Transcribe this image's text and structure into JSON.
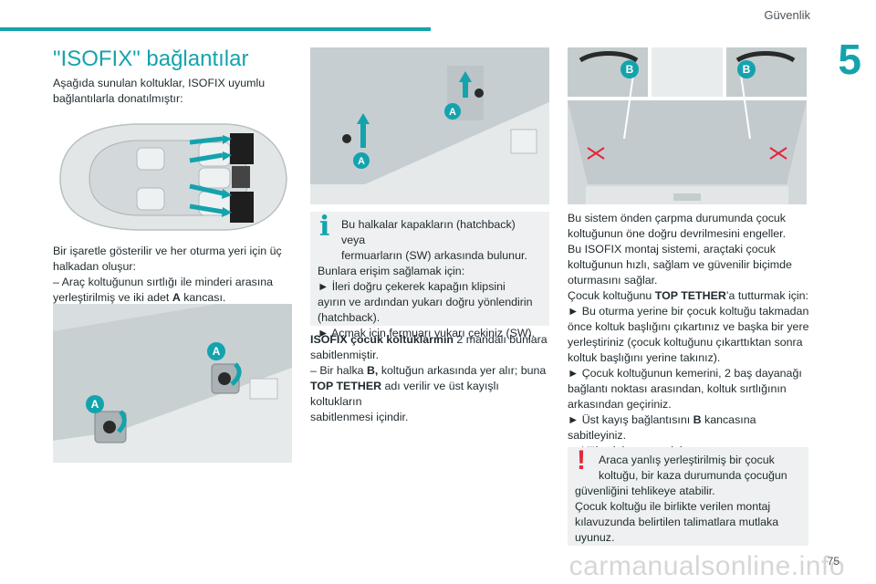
{
  "header": {
    "section": "Güvenlik",
    "chapter_number": "5"
  },
  "footer": {
    "page_number": "75",
    "watermark": "carmanualsonline.info"
  },
  "left": {
    "title": "\"ISOFIX\" bağlantılar",
    "intro_1": "Aşağıda sunulan koltuklar, ISOFIX uyumlu",
    "intro_2": "bağlantılarla donatılmıştır:",
    "para_1": "Bir işaretle gösterilir ve her oturma yeri için üç",
    "para_2": "halkadan oluşur:",
    "para_3": "– Araç koltuğunun sırtlığı ile minderi arasına",
    "para_4a": "yerleştirilmiş ve iki adet ",
    "para_4b": "A",
    "para_4c": " kancası.",
    "fig_label_a1": "A",
    "fig_label_a2": "A"
  },
  "middle": {
    "fig_label_a1": "A",
    "fig_label_a2": "A",
    "info": {
      "line_1": "Bu halkalar kapakların (hatchback) veya",
      "line_2": "fermuarların (SW) arkasında bulunur.",
      "line_3": "Bunlara erişim sağlamak için:",
      "line_4": "► İleri doğru çekerek kapağın klipsini",
      "line_5": "ayırın ve ardından yukarı doğru yönlendirin",
      "line_6": "(hatchback).",
      "line_7": "► Açmak için fermuarı yukarı çekiniz (SW)."
    },
    "p1_bold": "ISOFIX çocuk koltuklarının",
    "p1_rest": " 2 mandalı bunlara",
    "p2": "sabitlenmiştir.",
    "p3a": "– Bir halka ",
    "p3b": "B,",
    "p3c": " koltuğun arkasında yer alır; buna",
    "p4a": "TOP TETHER",
    "p4b": " adı verilir ve üst kayışlı koltukların",
    "p5": "sabitlenmesi içindir."
  },
  "right": {
    "fig_label_b1": "B",
    "fig_label_b2": "B",
    "lines": [
      "Bu sistem önden çarpma durumunda çocuk",
      "koltuğunun öne doğru devrilmesini engeller.",
      "Bu ISOFIX montaj sistemi, araçtaki çocuk",
      "koltuğunun hızlı, sağlam ve güvenilir biçimde",
      "oturmasını sağlar."
    ],
    "tt_a": "Çocuk koltuğunu ",
    "tt_b": "TOP TETHER",
    "tt_c": "’a tutturmak için:",
    "lines2": [
      "► Bu oturma yerine bir çocuk koltuğu takmadan",
      "önce koltuk başlığını çıkartınız ve başka bir yere",
      "yerleştiriniz (çocuk koltuğunu çıkarttıktan sonra",
      "koltuk başlığını yerine takınız).",
      "► Çocuk koltuğunun kemerini, 2 baş dayanağı",
      "bağlantı noktası arasından, koltuk sırtlığının",
      "arkasından geçiriniz."
    ],
    "hook_a": "► Üst kayış bağlantısını ",
    "hook_b": "B",
    "hook_c": " kancasına",
    "hook_2": "sabitleyiniz.",
    "hook_3": "► Yüksek kayışı geriniz.",
    "warning": {
      "line_1": "Araca yanlış yerleştirilmiş bir çocuk",
      "line_2": "koltuğu, bir kaza durumunda çocuğun",
      "line_3": "güvenliğini tehlikeye atabilir.",
      "line_4": "Çocuk koltuğu ile birlikte verilen montaj",
      "line_5": "kılavuzunda belirtilen talimatlara mutlaka",
      "line_6": "uyunuz."
    }
  },
  "icons": {
    "info": "info-icon",
    "warning": "exclamation-icon"
  },
  "colors": {
    "accent": "#14a3ad",
    "warning": "#e3273b",
    "box_bg": "#eef0f1"
  }
}
